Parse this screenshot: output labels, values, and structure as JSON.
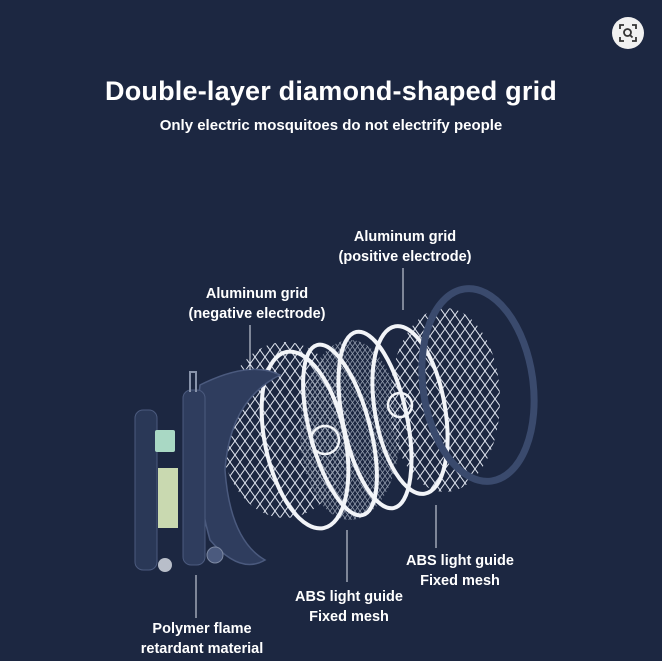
{
  "header": {
    "title": "Double-layer diamond-shaped grid",
    "subtitle": "Only electric mosquitoes do not electrify people"
  },
  "lens_button": {
    "icon": "lens-search-icon"
  },
  "labels": {
    "positive": {
      "line1": "Aluminum grid",
      "line2": "(positive electrode)"
    },
    "negative": {
      "line1": "Aluminum grid",
      "line2": "(negative electrode)"
    },
    "abs_right": {
      "line1": "ABS light guide",
      "line2": "Fixed mesh"
    },
    "abs_center": {
      "line1": "ABS light guide",
      "line2": "Fixed mesh"
    },
    "polymer": {
      "line1": "Polymer flame",
      "line2": "retardant material"
    }
  },
  "colors": {
    "background": "#1c2741",
    "handle": "#2f3d5e",
    "battery": "#a9d8c4",
    "board": "#c9d9b0"
  }
}
